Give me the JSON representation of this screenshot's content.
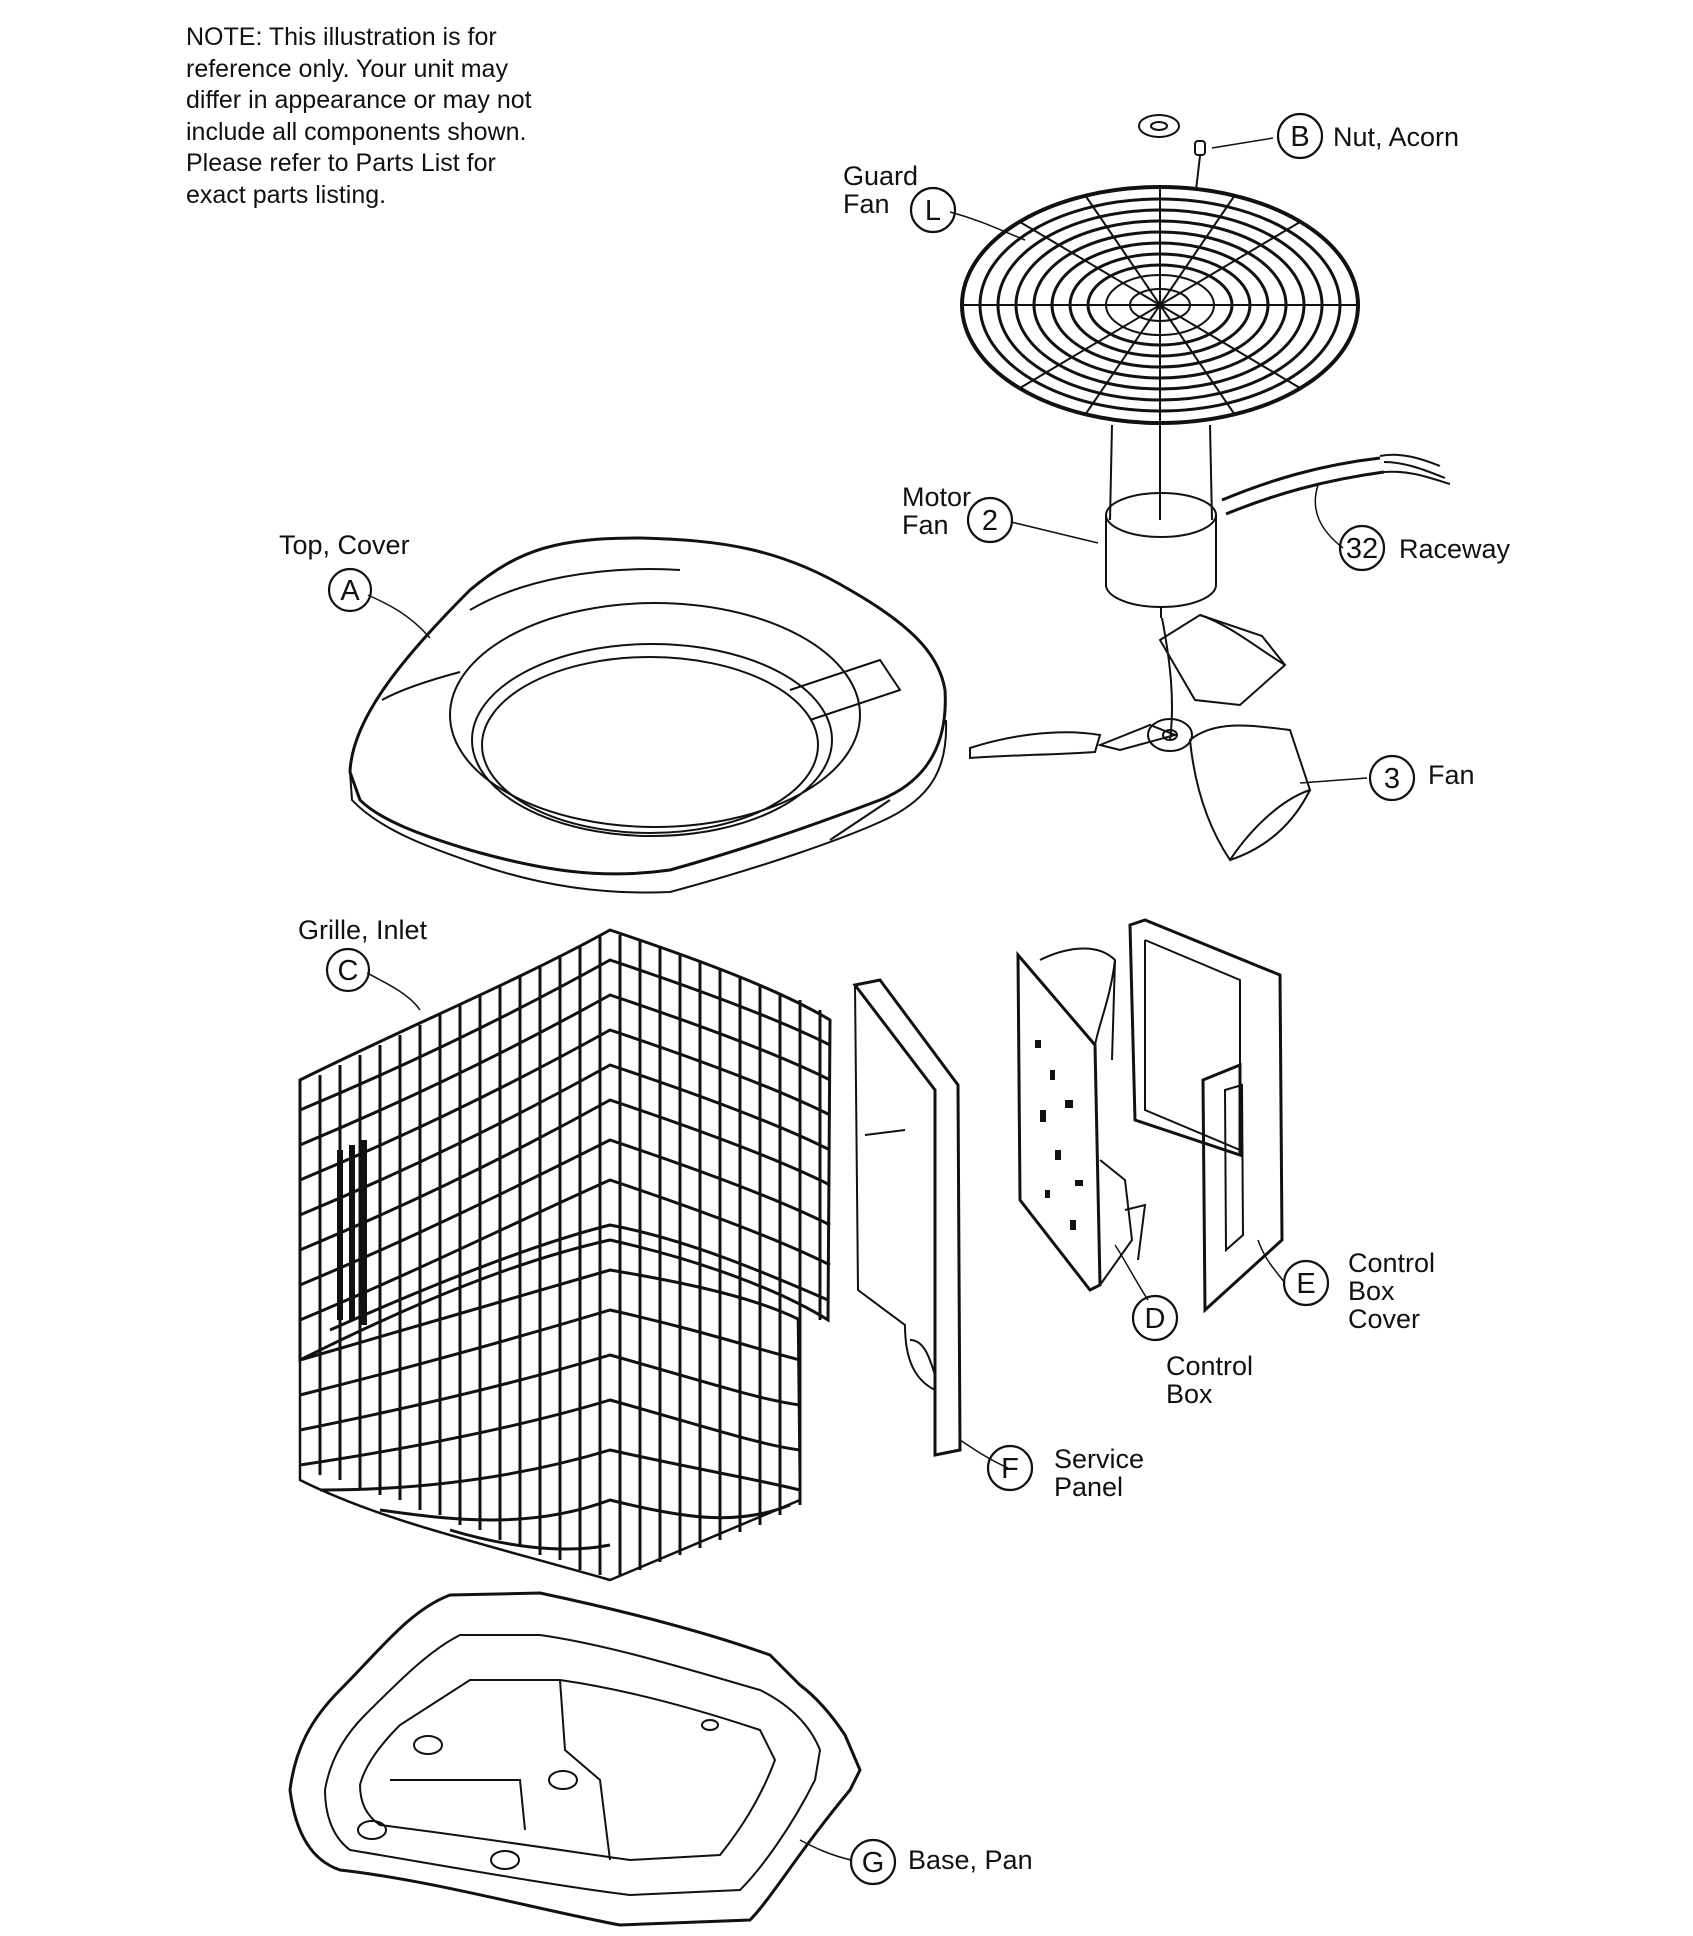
{
  "note": {
    "lines": [
      "NOTE: This illustration is for",
      "reference only.  Your unit may",
      "differ in appearance or may not",
      "include all components shown.",
      "Please refer to Parts List for",
      "exact parts listing."
    ]
  },
  "callouts": {
    "A": {
      "letter": "A",
      "label": [
        "Top, Cover"
      ]
    },
    "B": {
      "letter": "B",
      "label": [
        "Nut, Acorn"
      ]
    },
    "L": {
      "letter": "L",
      "label": [
        "Guard",
        "Fan"
      ]
    },
    "m2": {
      "letter": "2",
      "label": [
        "Motor",
        "Fan"
      ]
    },
    "m32": {
      "letter": "32",
      "label": [
        "Raceway"
      ]
    },
    "m3": {
      "letter": "3",
      "label": [
        "Fan"
      ]
    },
    "C": {
      "letter": "C",
      "label": [
        "Grille, Inlet"
      ]
    },
    "D": {
      "letter": "D",
      "label": [
        "Control",
        "Box"
      ]
    },
    "E": {
      "letter": "E",
      "label": [
        "Control",
        "Box",
        "Cover"
      ]
    },
    "F": {
      "letter": "F",
      "label": [
        "Service",
        "Panel"
      ]
    },
    "G": {
      "letter": "G",
      "label": [
        "Base, Pan"
      ]
    }
  }
}
